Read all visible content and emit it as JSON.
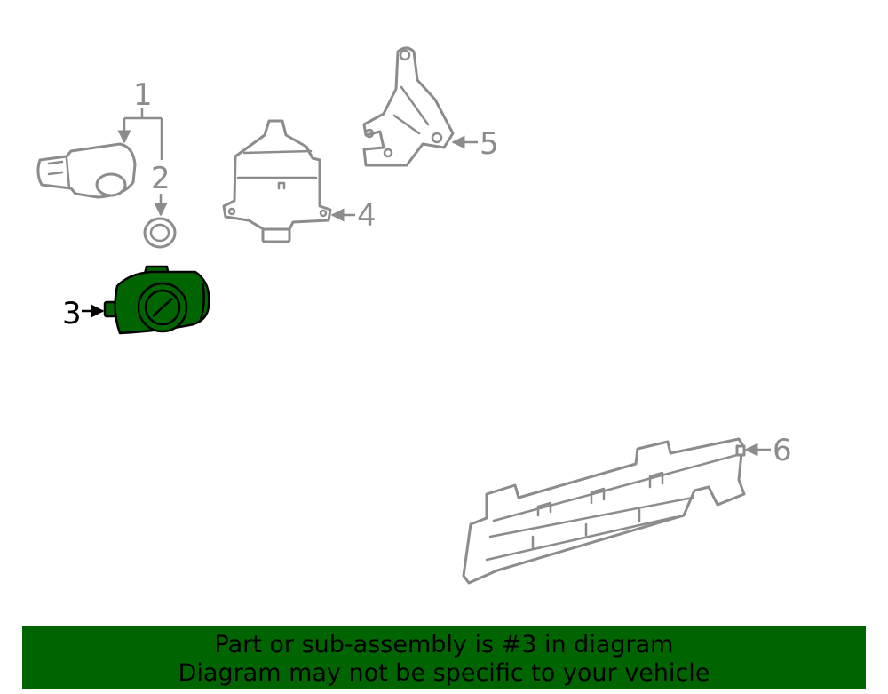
{
  "colors": {
    "highlight_fill": "#006400",
    "line_gray": "#8c8c8c",
    "banner_bg": "#006400",
    "banner_text": "#000000"
  },
  "callouts": {
    "c1": "1",
    "c2": "2",
    "c3": "3",
    "c4": "4",
    "c5": "5",
    "c6": "6"
  },
  "highlighted_part": "3",
  "banner": {
    "line1": "Part or sub-assembly is #3 in diagram",
    "line2": "Diagram may not be specific to your vehicle"
  }
}
